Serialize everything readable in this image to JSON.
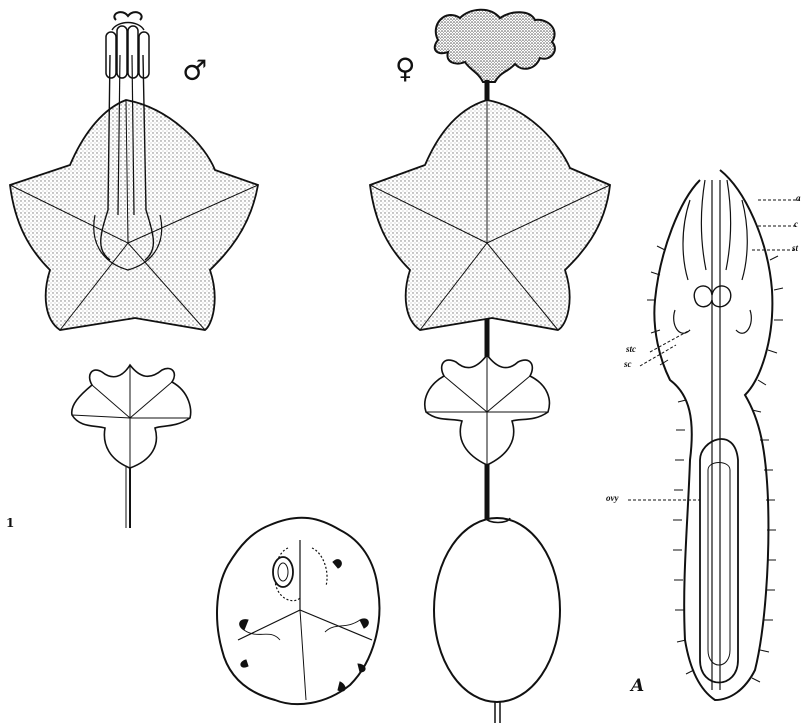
{
  "symbols": {
    "male": "♂",
    "female": "♀"
  },
  "figure_number": "1",
  "panel_letter": "A",
  "section_labels": [
    "a",
    "c",
    "st",
    "stc",
    "sc",
    "ovy"
  ],
  "colors": {
    "ink": "#111111",
    "stipple": "#c8c8c8",
    "stipple_dark": "#9a9a9a",
    "paper": "#ffffff"
  }
}
